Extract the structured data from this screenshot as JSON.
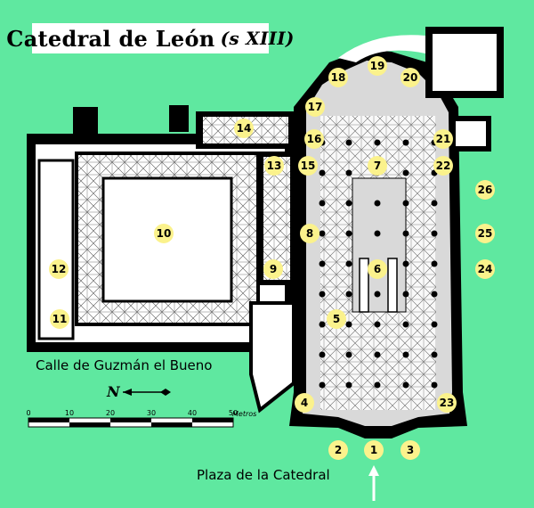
{
  "title": {
    "main": "Catedral de León",
    "century": "(s XIII)"
  },
  "labels": {
    "street": "Calle de Guzmán el Bueno",
    "plaza": "Plaza de la Catedral",
    "north": "N"
  },
  "scale": {
    "ticks": [
      "0",
      "10",
      "20",
      "30",
      "40",
      "50"
    ],
    "unit": "Metros"
  },
  "markers": [
    "1",
    "2",
    "3",
    "4",
    "5",
    "6",
    "7",
    "8",
    "9",
    "10",
    "11",
    "12",
    "13",
    "14",
    "15",
    "16",
    "17",
    "18",
    "19",
    "20",
    "21",
    "22",
    "23",
    "24",
    "25",
    "26"
  ],
  "colors": {
    "background": "#5fe8a0",
    "marker": "#fbf28c",
    "wall": "#000000",
    "floor": "#ffffff"
  }
}
